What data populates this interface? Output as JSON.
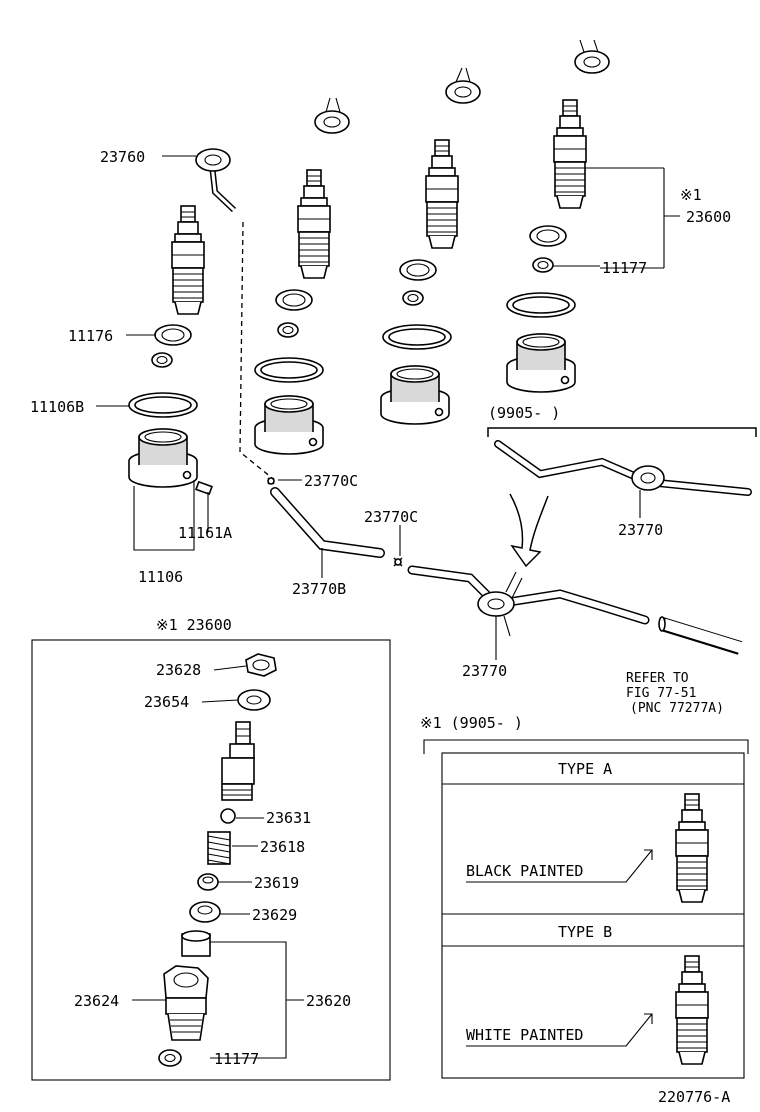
{
  "labels": {
    "l23760": "23760",
    "l23600": "23600",
    "l11177_top": "11177",
    "l11176": "11176",
    "l11106B": "11106B",
    "l11161A": "11161A",
    "l11106": "11106",
    "l23770C_a": "23770C",
    "l23770C_b": "23770C",
    "l23770B": "23770B",
    "l23770_inset": "23770",
    "l23770_main": "23770",
    "l23628": "23628",
    "l23654": "23654",
    "l23631": "23631",
    "l23618": "23618",
    "l23619": "23619",
    "l23629": "23629",
    "l23624": "23624",
    "l23620": "23620",
    "l11177_bottom": "11177"
  },
  "marks": {
    "ref1_top": "※1",
    "detail_box_title": "※1 23600",
    "type_box_title": "※1 (9905-      )"
  },
  "inset": {
    "title": "(9905-      )"
  },
  "refer": {
    "line1": "REFER TO",
    "line2": "FIG 77-51",
    "line3": "(PNC 77277A)"
  },
  "types": {
    "type_a": "TYPE A",
    "black_painted": "BLACK PAINTED",
    "type_b": "TYPE B",
    "white_painted": "WHITE PAINTED"
  },
  "figure_code": "220776-A"
}
